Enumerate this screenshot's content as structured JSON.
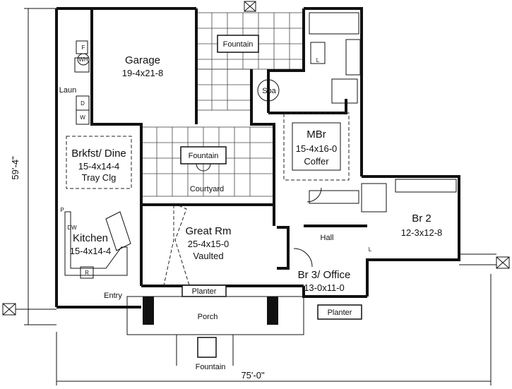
{
  "rooms": {
    "garage": {
      "name": "Garage",
      "size": "19-4x21-8"
    },
    "fountain_top": {
      "name": "Fountain"
    },
    "spa": {
      "name": "Spa"
    },
    "laun": {
      "name": "Laun"
    },
    "mbr": {
      "name": "MBr",
      "size": "15-4x16-0",
      "note": "Coffer"
    },
    "brkfst": {
      "name": "Brkfst/ Dine",
      "size": "15-4x14-4",
      "note": "Tray Clg"
    },
    "fountain_court": {
      "name": "Fountain"
    },
    "courtyard": {
      "name": "Courtyard"
    },
    "br2": {
      "name": "Br 2",
      "size": "12-3x12-8"
    },
    "kitchen": {
      "name": "Kitchen",
      "size": "15-4x14-4"
    },
    "great": {
      "name": "Great Rm",
      "size": "25-4x15-0",
      "note": "Vaulted"
    },
    "hall": {
      "name": "Hall"
    },
    "br3": {
      "name": "Br 3/ Office",
      "size": "13-0x11-0"
    },
    "entry": {
      "name": "Entry"
    },
    "planter_front": {
      "name": "Planter"
    },
    "planter_right": {
      "name": "Planter"
    },
    "porch": {
      "name": "Porch"
    },
    "fountain_front": {
      "name": "Fountain"
    }
  },
  "fixtures": {
    "freezer": "F",
    "water_heater": "WH",
    "dryer": "D",
    "washer": "W",
    "pantry": "P",
    "dw": "DW",
    "range": "R",
    "linen_mbr": "L",
    "linen_hall": "L"
  },
  "dimensions": {
    "depth": "59'-4\"",
    "width": "75'-0\""
  }
}
